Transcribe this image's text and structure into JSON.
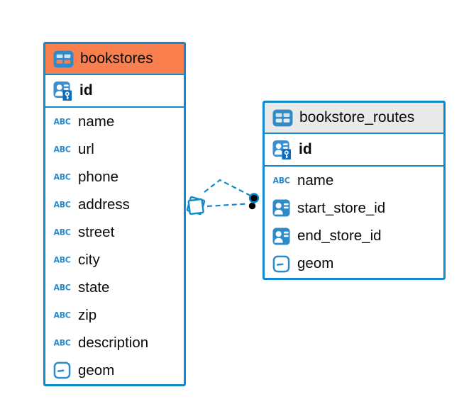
{
  "diagram": {
    "background": "#ffffff",
    "colors": {
      "accent_blue": "#1289cc",
      "icon_blue": "#2e8bc9",
      "pk_badge_blue": "#0d6dbd",
      "bookstores_header_orange": "#f97f4e",
      "bookstore_routes_header_gray": "#e9e9e9",
      "text": "#0a0a0a",
      "endpoint_dot": "#000000"
    },
    "tables": [
      {
        "name": "bookstores",
        "header_color": "#f97f4e",
        "header_icon": "table",
        "primary_key": {
          "label": "id",
          "icon": "person-key"
        },
        "columns": [
          {
            "label": "name",
            "icon": "abc"
          },
          {
            "label": "url",
            "icon": "abc"
          },
          {
            "label": "phone",
            "icon": "abc"
          },
          {
            "label": "address",
            "icon": "abc"
          },
          {
            "label": "street",
            "icon": "abc"
          },
          {
            "label": "city",
            "icon": "abc"
          },
          {
            "label": "state",
            "icon": "abc"
          },
          {
            "label": "zip",
            "icon": "abc"
          },
          {
            "label": "description",
            "icon": "abc"
          },
          {
            "label": "geom",
            "icon": "geometry"
          }
        ]
      },
      {
        "name": "bookstore_routes",
        "header_color": "#e9e9e9",
        "header_icon": "table",
        "primary_key": {
          "label": "id",
          "icon": "person-key"
        },
        "columns": [
          {
            "label": "name",
            "icon": "abc"
          },
          {
            "label": "start_store_id",
            "icon": "person-card"
          },
          {
            "label": "end_store_id",
            "icon": "person-card"
          },
          {
            "label": "geom",
            "icon": "geometry"
          }
        ]
      }
    ],
    "relationship": {
      "from_table": "bookstores",
      "to_table": "bookstore_routes",
      "line_style": "dashed",
      "line_color": "#1289cc",
      "start_marker": "stacked-squares",
      "end_marker": "black-dots"
    }
  }
}
